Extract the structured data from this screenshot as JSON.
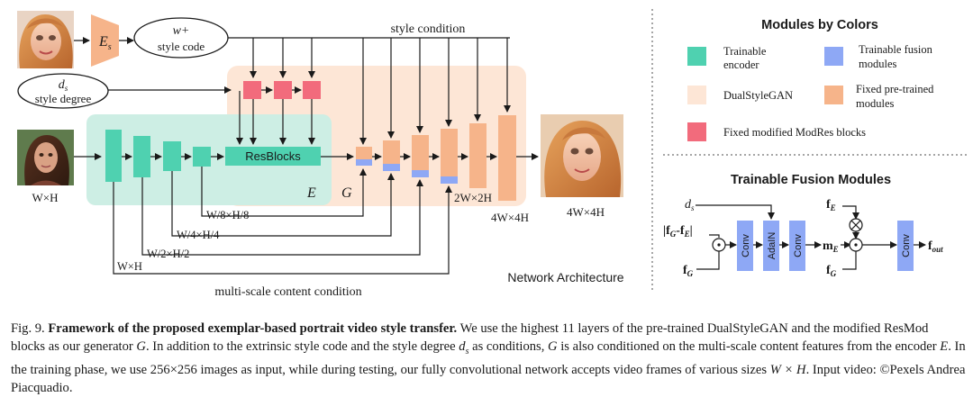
{
  "colors": {
    "trainable_encoder": "#4fd1b0",
    "encoder_region": "#cdeee4",
    "dualstylegan_region": "#fde6d6",
    "fixed_pretrained": "#f6b48a",
    "fusion": "#8ea8f5",
    "modres": "#f26b7c"
  },
  "labels": {
    "encoder_s": "E",
    "encoder_s_sub": "s",
    "w_plus": "w+",
    "style_code": "style code",
    "d_s": "d",
    "d_s_sub": "s",
    "style_degree": "style degree",
    "style_condition": "style condition",
    "resblocks": "ResBlocks",
    "E": "E",
    "G": "G",
    "input_size": "W×H",
    "w8": "W/8×H/8",
    "w4": "W/4×H/4",
    "w2": "W/2×H/2",
    "w1": "W×H",
    "out_2w": "2W×2H",
    "out_4w": "4W×4H",
    "output_size": "4W×4H",
    "multi_scale": "multi-scale content condition",
    "network_architecture": "Network Architecture"
  },
  "legend": {
    "title": "Modules by Colors",
    "items": [
      {
        "label_lines": [
          "Trainable",
          "encoder"
        ],
        "color": "#4fd1b0"
      },
      {
        "label_lines": [
          "Trainable fusion",
          "modules"
        ],
        "color": "#8ea8f5"
      },
      {
        "label_lines": [
          "DualStyleGAN"
        ],
        "color": "#fde6d6"
      },
      {
        "label_lines": [
          "Fixed pre-trained",
          "modules"
        ],
        "color": "#f6b48a"
      },
      {
        "label_lines": [
          "Fixed modified ModRes blocks"
        ],
        "color": "#f26b7c"
      }
    ]
  },
  "fusion_panel": {
    "title": "Trainable Fusion Modules",
    "ds": "d",
    "ds_sub": "s",
    "diff": "|f",
    "diff_g": "G",
    "diff_mid": "-f",
    "diff_e": "E",
    "diff_end": "|",
    "fg": "f",
    "fg_sub": "G",
    "conv": "Conv",
    "adain": "AdaIN",
    "me": "m",
    "me_sub": "E",
    "fe": "f",
    "fe_sub": "E",
    "fg2": "f",
    "fg2_sub": "G",
    "fout": "f",
    "fout_sub": "out"
  },
  "caption": {
    "fig_label": "Fig. 9.",
    "title": "Framework of the proposed exemplar-based portrait video style transfer.",
    "body_1": " We use the highest 11 layers of the pre-trained DualStyleGAN and the modified ResMod blocks as our generator ",
    "G1": "G",
    "body_2": ". In addition to the extrinsic style code and the style degree ",
    "ds": "d",
    "ds_sub": "s",
    "body_3": " as conditions, ",
    "G2": "G",
    "body_4": " is also conditioned on the multi-scale content features from the encoder ",
    "E": "E",
    "body_5": ". In the training phase, we use 256×256 images as input, while during testing, our fully convolutional network accepts video frames of various sizes ",
    "WH": "W × H",
    "body_6": ". Input video: ©Pexels Andrea Piacquadio."
  }
}
